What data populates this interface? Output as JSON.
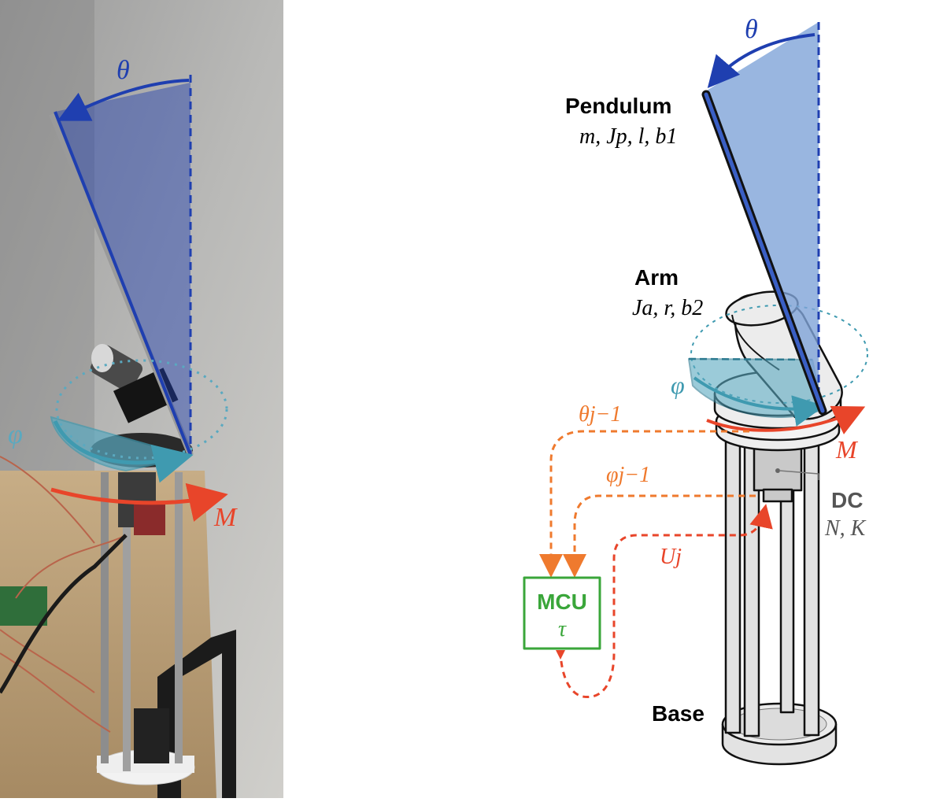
{
  "photo_panel": {
    "theta_label": "θ",
    "phi_label": "φ",
    "torque_label": "M"
  },
  "diagram": {
    "theta_label": "θ",
    "pendulum": {
      "title": "Pendulum",
      "params": "m, Jp, l, b1"
    },
    "arm": {
      "title": "Arm",
      "params": "Ja, r, b2"
    },
    "phi_label": "φ",
    "torque_label": "M",
    "dc": {
      "title": "DC",
      "params": "N, K"
    },
    "signals": {
      "theta_prev": "θj−1",
      "phi_prev": "φj−1",
      "control": "Uj"
    },
    "mcu": {
      "title": "MCU",
      "param": "τ"
    },
    "base": {
      "title": "Base"
    }
  },
  "colors": {
    "theta": "#1f3fb0",
    "theta_fill": "#7fa4d8",
    "phi": "#3f9ab0",
    "torque": "#e8452a",
    "feedback": "#ef7a2e",
    "mcu": "#3aa63a",
    "dc_text": "#555555"
  }
}
